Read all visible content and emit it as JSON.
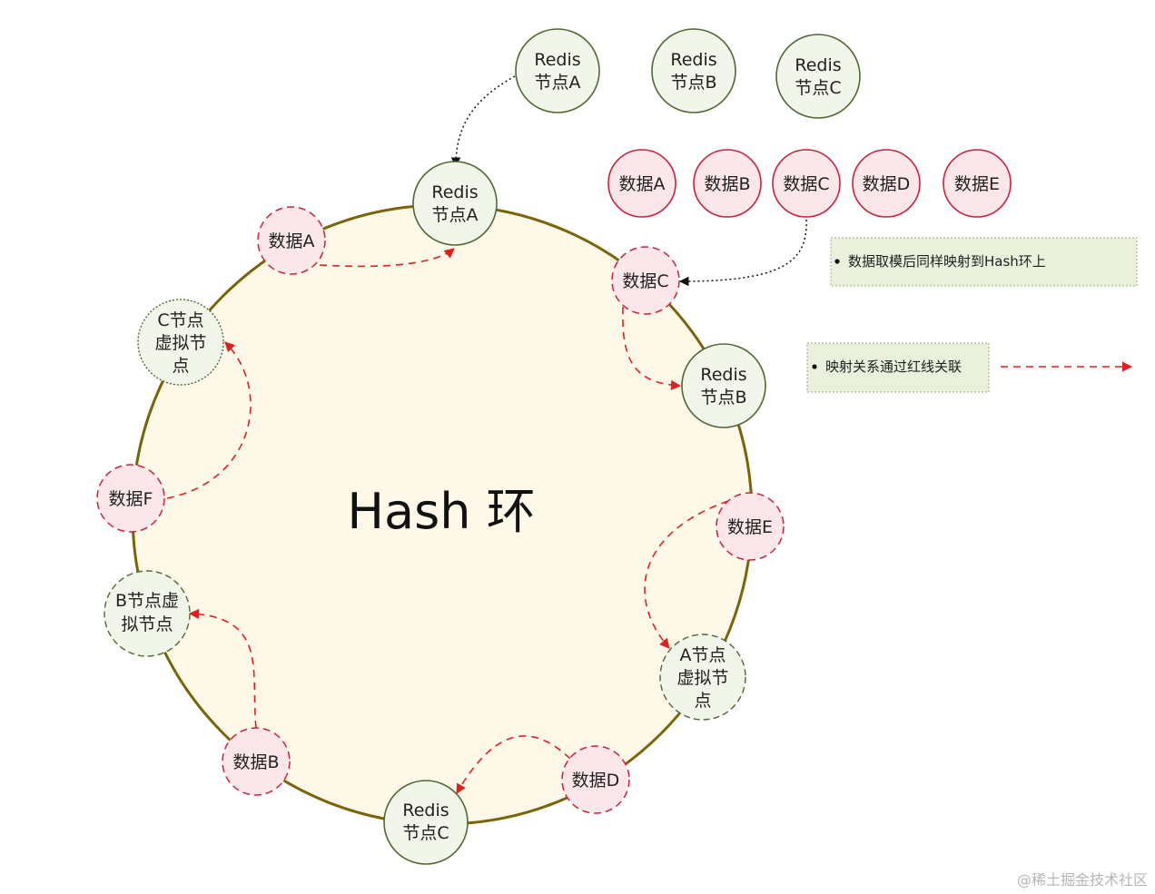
{
  "ring_title": "Hash 环",
  "colors": {
    "ring_stroke": "#7a6408",
    "ring_fill": "#fdf8e8",
    "server_fill": "#f1f5ea",
    "server_stroke": "#4e6a33",
    "data_fill": "#fbe6ea",
    "data_stroke": "#c9213e",
    "mapping_line": "#e02020",
    "dotted_link": "#111111",
    "note_fill": "#e9f0dc",
    "note_stroke": "#9ab06d"
  },
  "top_servers": [
    {
      "lines": [
        "Redis",
        "节点A"
      ]
    },
    {
      "lines": [
        "Redis",
        "节点B"
      ]
    },
    {
      "lines": [
        "Redis",
        "节点C"
      ]
    }
  ],
  "top_data": [
    {
      "lines": [
        "数据A"
      ]
    },
    {
      "lines": [
        "数据B"
      ]
    },
    {
      "lines": [
        "数据C"
      ]
    },
    {
      "lines": [
        "数据D"
      ]
    },
    {
      "lines": [
        "数据E"
      ]
    }
  ],
  "ring_servers": [
    {
      "lines": [
        "Redis",
        "节点A"
      ]
    },
    {
      "lines": [
        "Redis",
        "节点B"
      ]
    },
    {
      "lines": [
        "Redis",
        "节点C"
      ]
    }
  ],
  "virtual_nodes": [
    {
      "lines": [
        "C节点",
        "虚拟节",
        "点"
      ]
    },
    {
      "lines": [
        "B节点虚",
        "拟节点"
      ]
    },
    {
      "lines": [
        "A节点",
        "虚拟节",
        "点"
      ]
    }
  ],
  "ring_data": [
    {
      "lines": [
        "数据A"
      ]
    },
    {
      "lines": [
        "数据C"
      ]
    },
    {
      "lines": [
        "数据E"
      ]
    },
    {
      "lines": [
        "数据D"
      ]
    },
    {
      "lines": [
        "数据B"
      ]
    },
    {
      "lines": [
        "数据F"
      ]
    }
  ],
  "notes": [
    {
      "text": "数据取模后同样映射到Hash环上"
    },
    {
      "text": "映射关系通过红线关联"
    }
  ],
  "watermark": "@稀土掘金技术社区"
}
